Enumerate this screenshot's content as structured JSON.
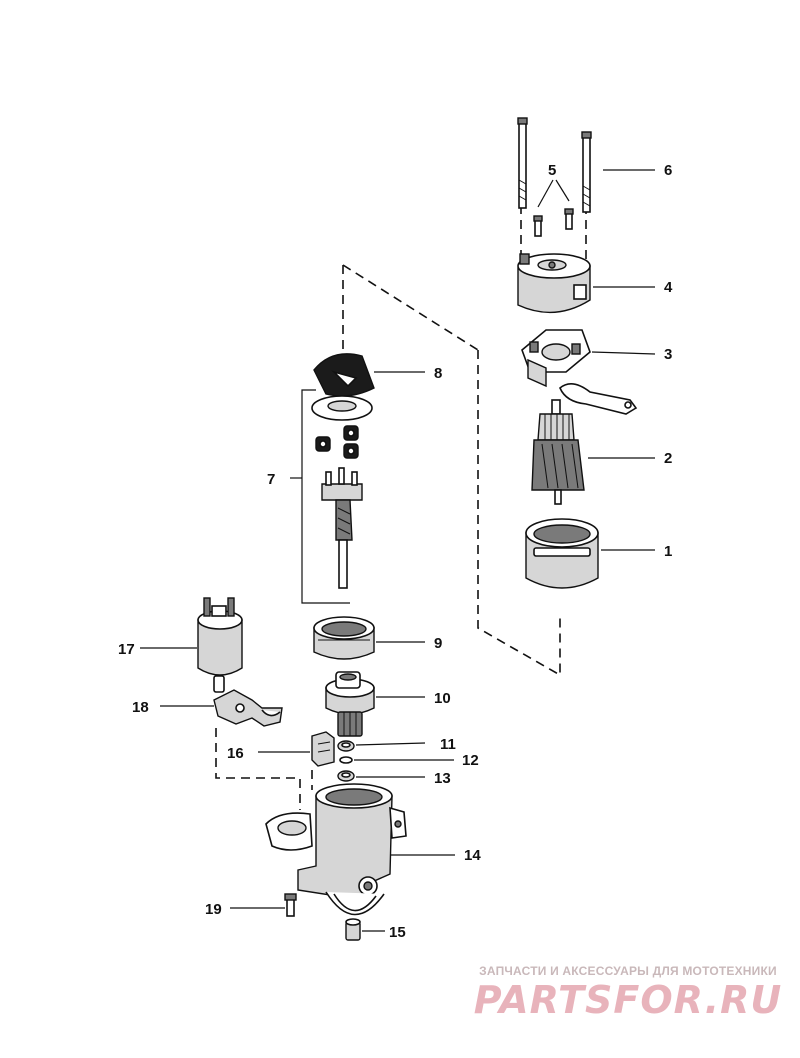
{
  "diagram": {
    "callouts": [
      {
        "id": "1",
        "label": "1"
      },
      {
        "id": "2",
        "label": "2"
      },
      {
        "id": "3",
        "label": "3"
      },
      {
        "id": "4",
        "label": "4"
      },
      {
        "id": "5",
        "label": "5"
      },
      {
        "id": "6",
        "label": "6"
      },
      {
        "id": "7",
        "label": "7"
      },
      {
        "id": "8",
        "label": "8"
      },
      {
        "id": "9",
        "label": "9"
      },
      {
        "id": "10",
        "label": "10"
      },
      {
        "id": "11",
        "label": "11"
      },
      {
        "id": "12",
        "label": "12"
      },
      {
        "id": "13",
        "label": "13"
      },
      {
        "id": "14",
        "label": "14"
      },
      {
        "id": "15",
        "label": "15"
      },
      {
        "id": "16",
        "label": "16"
      },
      {
        "id": "17",
        "label": "17"
      },
      {
        "id": "18",
        "label": "18"
      },
      {
        "id": "19",
        "label": "19"
      }
    ]
  },
  "watermark": {
    "tagline": "ЗАПЧАСТИ И АКСЕССУАРЫ ДЛЯ МОТОТЕХНИКИ",
    "logo": "PARTSFOR.RU",
    "color": "#e8b3bb"
  }
}
